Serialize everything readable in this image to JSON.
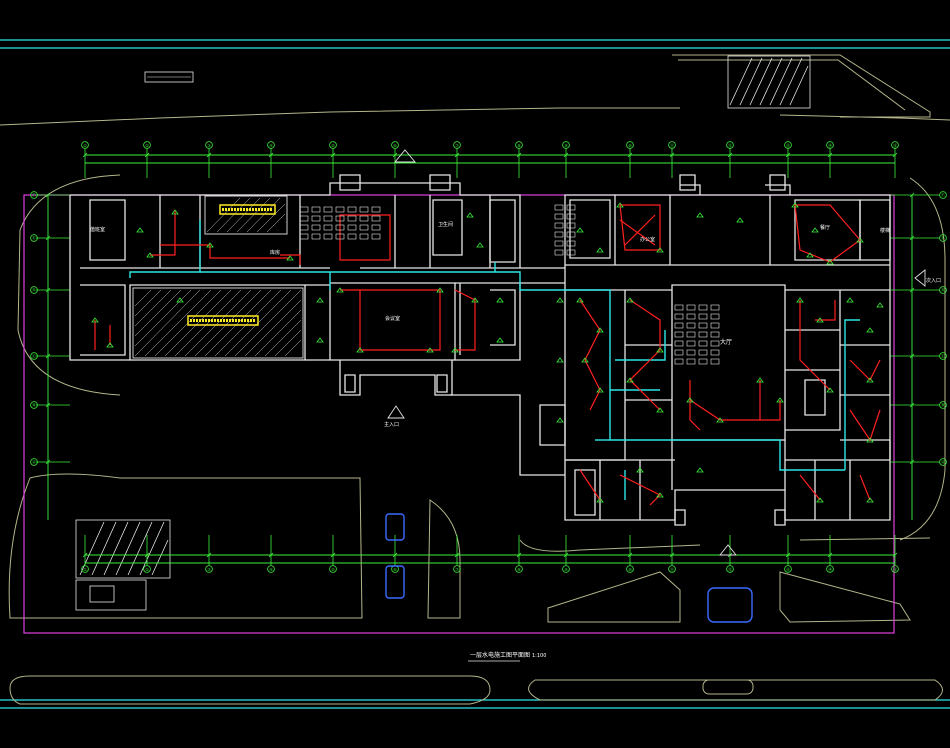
{
  "drawing": {
    "background": "#000000",
    "colors": {
      "wall": "#e6e6e6",
      "grid": "#3df23d",
      "cyan": "#2ee6e6",
      "red": "#ff2020",
      "magenta": "#e040e0",
      "site": "#b5b58a",
      "yellow": "#ffee22",
      "blue": "#3b6bff",
      "text": "#ffffff"
    },
    "grid_top_labels": [
      "①",
      "②",
      "③",
      "④",
      "⑤",
      "⑥",
      "⑦",
      "⑧",
      "⑨",
      "⑩",
      "⑪",
      "⑫",
      "⑬",
      "⑭",
      "⑮"
    ],
    "grid_bottom_labels": [
      "①",
      "②",
      "③",
      "④",
      "⑤",
      "⑥",
      "⑦",
      "⑧",
      "⑨",
      "⑩",
      "⑪",
      "⑫",
      "⑬",
      "⑭",
      "⑮"
    ],
    "grid_left_labels": [
      "Ⓕ",
      "Ⓔ",
      "Ⓓ",
      "Ⓒ",
      "Ⓑ",
      "Ⓐ"
    ],
    "grid_right_labels": [
      "Ⓕ",
      "Ⓔ",
      "Ⓓ",
      "Ⓒ",
      "Ⓑ",
      "Ⓐ"
    ],
    "room_labels": {
      "main_hall": "大厅",
      "meeting": "会议室",
      "dining": "餐厅",
      "office": "办公室",
      "wc": "卫生间",
      "stair": "楼梯",
      "storage": "库房",
      "duty": "值班室"
    },
    "entrances": {
      "main": "主入口",
      "side": "次入口"
    },
    "title_block": "一层水电施工图平面图",
    "scale": "1:100"
  }
}
